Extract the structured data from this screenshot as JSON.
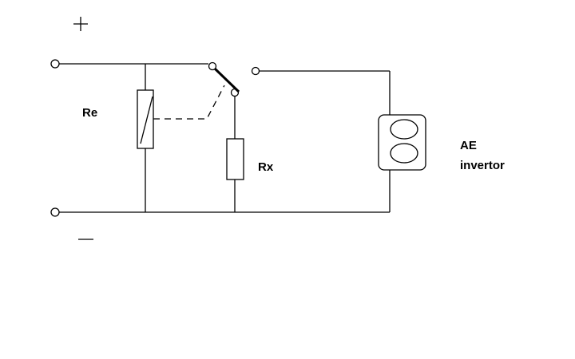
{
  "labels": {
    "re": "Re",
    "rx": "Rx",
    "ae": "AE",
    "inverter": "invertor"
  },
  "colors": {
    "stroke": "#000000",
    "background": "#ffffff"
  }
}
